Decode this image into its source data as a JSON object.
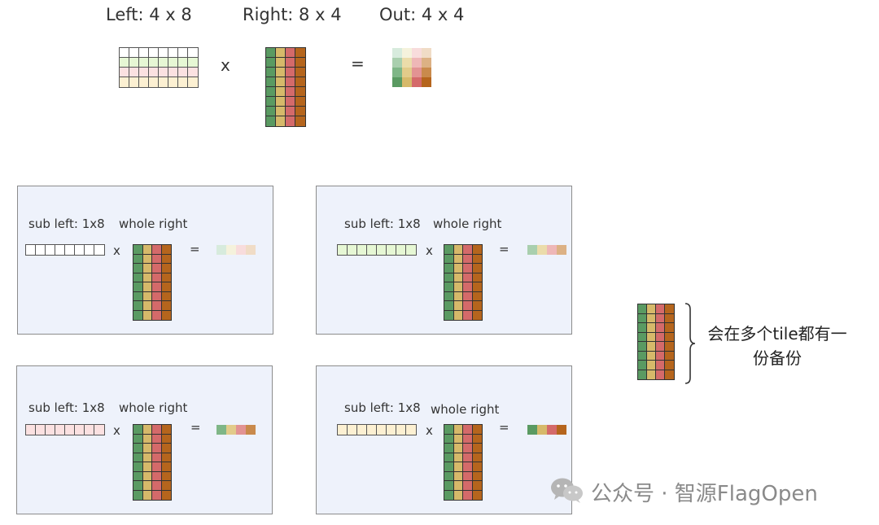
{
  "titles": {
    "left": "Left: 4 x 8",
    "right": "Right: 8 x 4",
    "out": "Out: 4 x 4"
  },
  "operators": {
    "times": "x",
    "equals": "="
  },
  "colors": {
    "left_rows": [
      "#ffffff",
      "#e6f7d4",
      "#fbe1e1",
      "#fcf0d2"
    ],
    "right_cols": [
      "#5a9a62",
      "#d6b96a",
      "#d46a6a",
      "#b5651d"
    ],
    "out": [
      [
        "#d7ebdd",
        "#f5f2dc",
        "#f8dcdc",
        "#f0dcc6"
      ],
      [
        "#a9cfae",
        "#ebdcaa",
        "#eeb7b7",
        "#dcb184"
      ],
      [
        "#7fb687",
        "#e2cb8a",
        "#e29393",
        "#c98a4c"
      ],
      [
        "#5a9a62",
        "#d6b96a",
        "#d46a6a",
        "#b5651d"
      ]
    ]
  },
  "panel": {
    "sub_left_label": "sub left: 1x8",
    "whole_right_label": "whole right"
  },
  "note": {
    "line1": "会在多个tile都有一",
    "line2": "份备份"
  },
  "watermark": "公众号 · 智源FlagOpen"
}
